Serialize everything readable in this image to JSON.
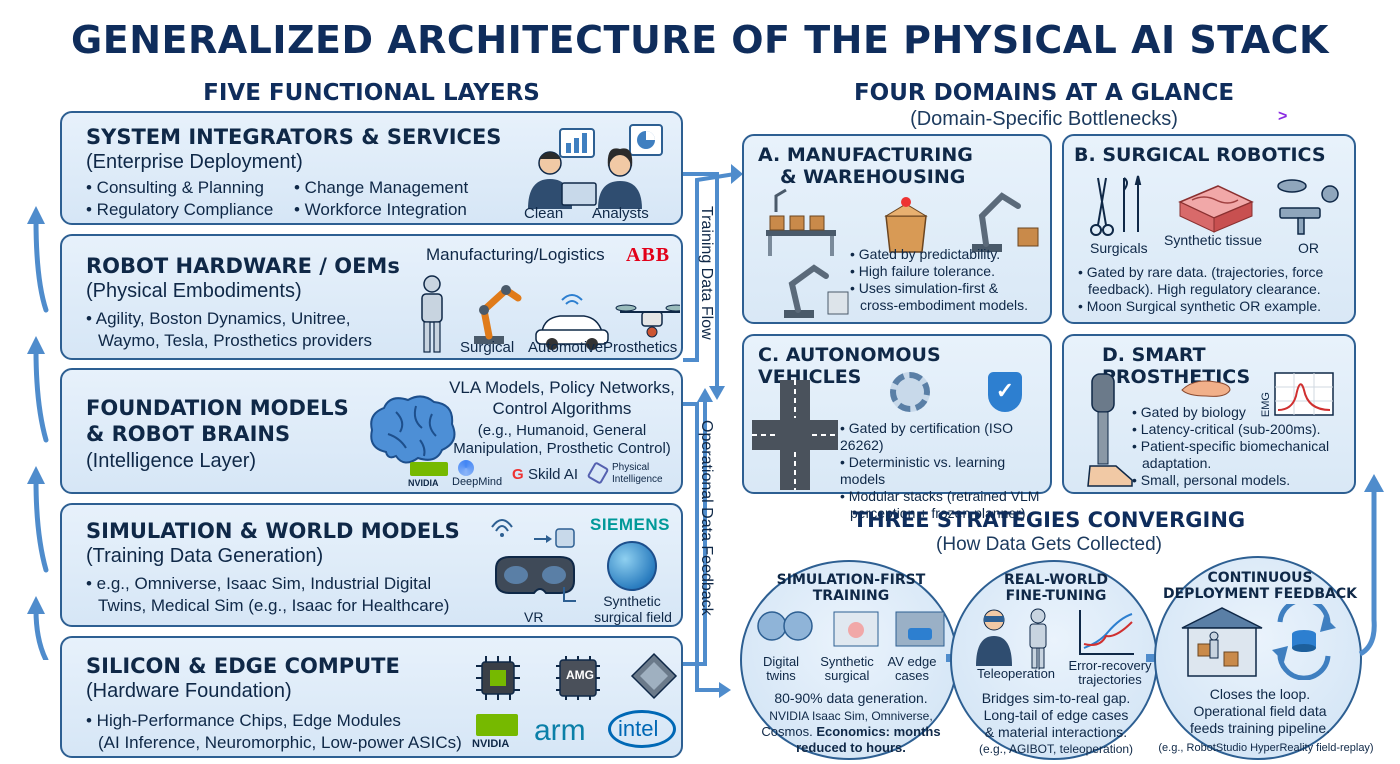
{
  "title": "GENERALIZED ARCHITECTURE OF THE PHYSICAL AI STACK",
  "left_heading": "FIVE FUNCTIONAL LAYERS",
  "right_heading": "FOUR DOMAINS AT A GLANCE",
  "right_subheading": "(Domain-Specific Bottlenecks)",
  "layers": {
    "integrators": {
      "title": "SYSTEM INTEGRATORS & SERVICES",
      "subtitle": "(Enterprise Deployment)",
      "bullets_left": [
        "• Consulting & Planning",
        "• Regulatory Compliance"
      ],
      "bullets_right": [
        "• Change Management",
        "• Workforce Integration"
      ],
      "labels": [
        "Clean",
        "Analysts"
      ]
    },
    "hardware": {
      "title": "ROBOT HARDWARE / OEMs",
      "subtitle": "(Physical Embodiments)",
      "bullets": [
        "• Agility, Boston Dynamics, Unitree,",
        "Waymo, Tesla, Prosthetics providers"
      ],
      "category": "Manufacturing/Logistics",
      "logo": "ABB",
      "labels": [
        "Surgical",
        "Automotive",
        "Prosthetics"
      ]
    },
    "foundation": {
      "title_line1": "FOUNDATION MODELS",
      "title_line2": "& ROBOT BRAINS",
      "subtitle": "(Intelligence Layer)",
      "models_line1": "VLA Models, Policy Networks,",
      "models_line2": "Control Algorithms",
      "examples_line1": "(e.g., Humanoid, General",
      "examples_line2": "Manipulation, Prosthetic Control)",
      "logos": [
        "NVIDIA",
        "DeepMind",
        "Skild AI",
        "Physical",
        "Intelligence"
      ]
    },
    "simulation": {
      "title": "SIMULATION & WORLD MODELS",
      "subtitle": "(Training Data Generation)",
      "bullets": [
        "• e.g., Omniverse, Isaac Sim, Industrial Digital",
        "Twins, Medical Sim (e.g., Isaac for Healthcare)"
      ],
      "logo": "SIEMENS",
      "labels": [
        "VR",
        "Synthetic",
        "surgical field"
      ]
    },
    "silicon": {
      "title": "SILICON & EDGE COMPUTE",
      "subtitle": "(Hardware Foundation)",
      "bullets": [
        "• High-Performance Chips, Edge Modules",
        "(AI Inference, Neuromorphic, Low-power ASICs)"
      ],
      "chip_label": "AMG",
      "logos": [
        "NVIDIA",
        "arm",
        "intel"
      ]
    }
  },
  "flows": {
    "training": "Training Data Flow",
    "operational": "Operational Data Feedback"
  },
  "domains": {
    "a": {
      "title_line1": "A. MANUFACTURING",
      "title_line2": "& WAREHOUSING",
      "bullets": [
        "• Gated by predictability.",
        "• High failure tolerance.",
        "• Uses simulation-first &",
        "cross-embodiment models."
      ]
    },
    "b": {
      "title": "B. SURGICAL ROBOTICS",
      "labels": [
        "Surgicals",
        "Synthetic tissue",
        "OR"
      ],
      "bullets": [
        "• Gated by rare data. (trajectories, force",
        "feedback). High regulatory clearance.",
        "• Moon Surgical synthetic OR example."
      ]
    },
    "c": {
      "title": "C. AUTONOMOUS VEHICLES",
      "bullets": [
        "• Gated by certification (ISO 26262)",
        "• Deterministic vs. learning models",
        "• Modular stacks (retrained VLM",
        "perception + frozen planner)"
      ]
    },
    "d": {
      "title": "D. SMART PROSTHETICS",
      "emg": "EMG",
      "bullets": [
        "• Gated by biology",
        "• Latency-critical (sub-200ms).",
        "• Patient-specific biomechanical",
        "adaptation.",
        "• Small, personal models."
      ]
    }
  },
  "strategies": {
    "heading": "THREE STRATEGIES CONVERGING",
    "subheading": "(How Data Gets Collected)",
    "sim": {
      "title_line1": "SIMULATION-FIRST",
      "title_line2": "TRAINING",
      "labels": [
        "Digital",
        "twins",
        "Synthetic",
        "surgical",
        "AV edge",
        "cases"
      ],
      "text_line1": "80-90% data generation.",
      "text_line2": "NVIDIA Isaac Sim, Omniverse,",
      "text_line3": "Cosmos.",
      "text_bold": "Economics: months",
      "text_line4": "reduced to hours."
    },
    "real": {
      "title_line1": "REAL-WORLD",
      "title_line2": "FINE-TUNING",
      "labels": [
        "Teleoperation",
        "Error-recovery",
        "trajectories"
      ],
      "text": [
        "Bridges sim-to-real gap.",
        "Long-tail of edge cases",
        "& material interactions.",
        "(e.g., AGIBOT, teleoperation)"
      ]
    },
    "cont": {
      "title_line1": "CONTINUOUS",
      "title_line2": "DEPLOYMENT FEEDBACK",
      "text": [
        "Closes the loop.",
        "Operational field data",
        "feeds training pipeline."
      ],
      "example": "(e.g., RobotStudio HyperReality field-replay)"
    }
  },
  "colors": {
    "navy": "#0f2d5c",
    "border": "#2d5f92",
    "panel": "#dbe9f7",
    "arrow": "#3f7fc0",
    "nvidia": "#76b900",
    "abb": "#e2001a",
    "siemens": "#009999",
    "intel": "#0068b5"
  }
}
